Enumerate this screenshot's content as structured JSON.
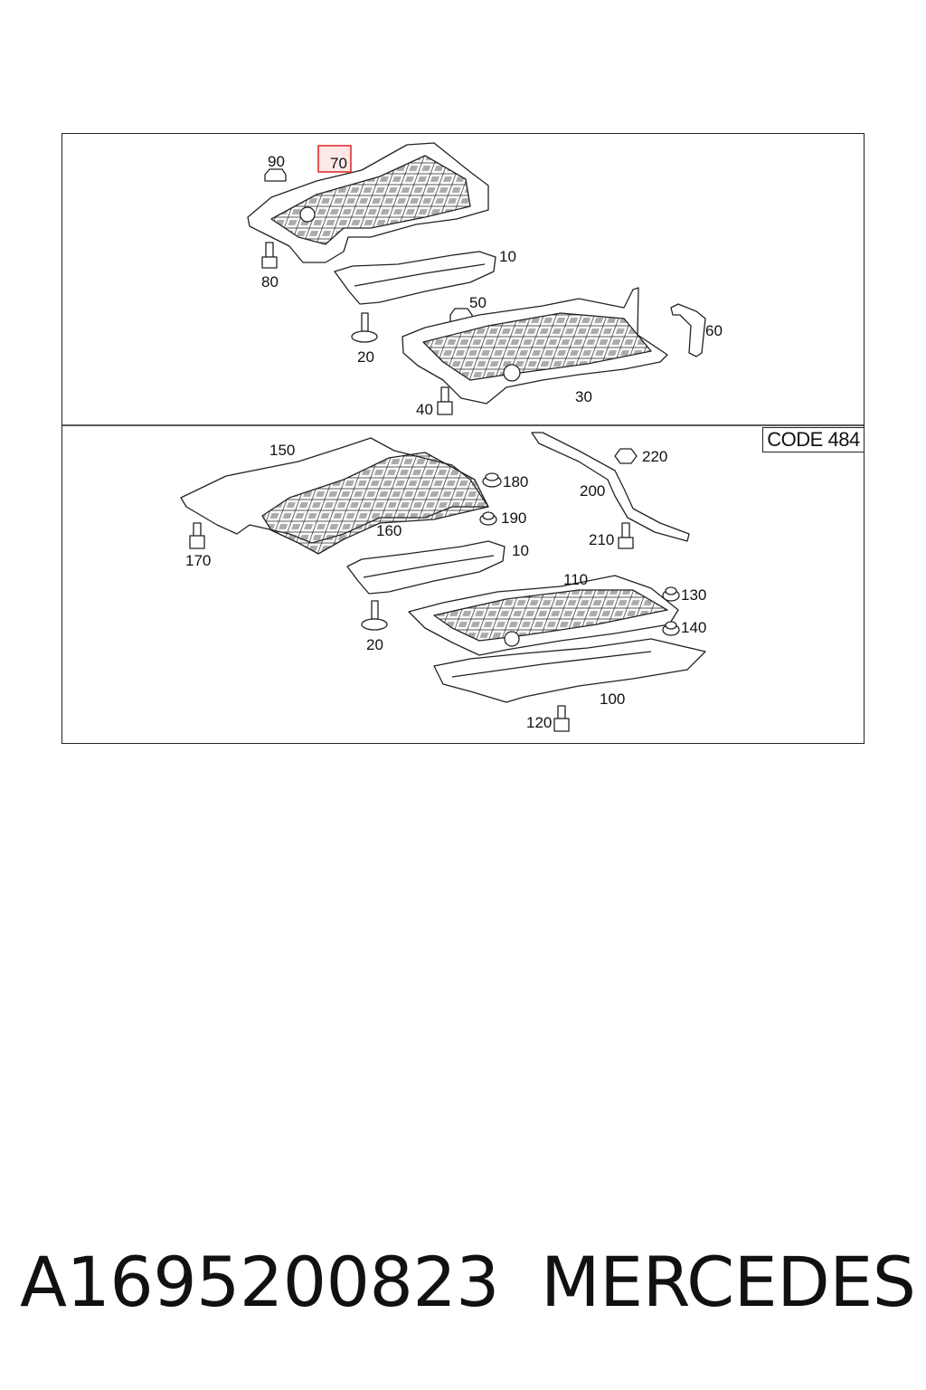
{
  "diagram": {
    "code_label": "CODE 484",
    "highlighted_part": "70",
    "upper_section": {
      "labels": [
        "90",
        "70",
        "80",
        "10",
        "20",
        "50",
        "60",
        "30",
        "40"
      ]
    },
    "lower_section": {
      "labels": [
        "150",
        "180",
        "160",
        "190",
        "170",
        "10",
        "220",
        "200",
        "210",
        "110",
        "130",
        "20",
        "140",
        "100",
        "120"
      ]
    }
  },
  "caption": {
    "part_number": "A1695200823",
    "brand": "MERCEDES"
  },
  "colors": {
    "highlight_border": "#e03030",
    "highlight_fill": "#fde8e8",
    "line": "#222222"
  }
}
